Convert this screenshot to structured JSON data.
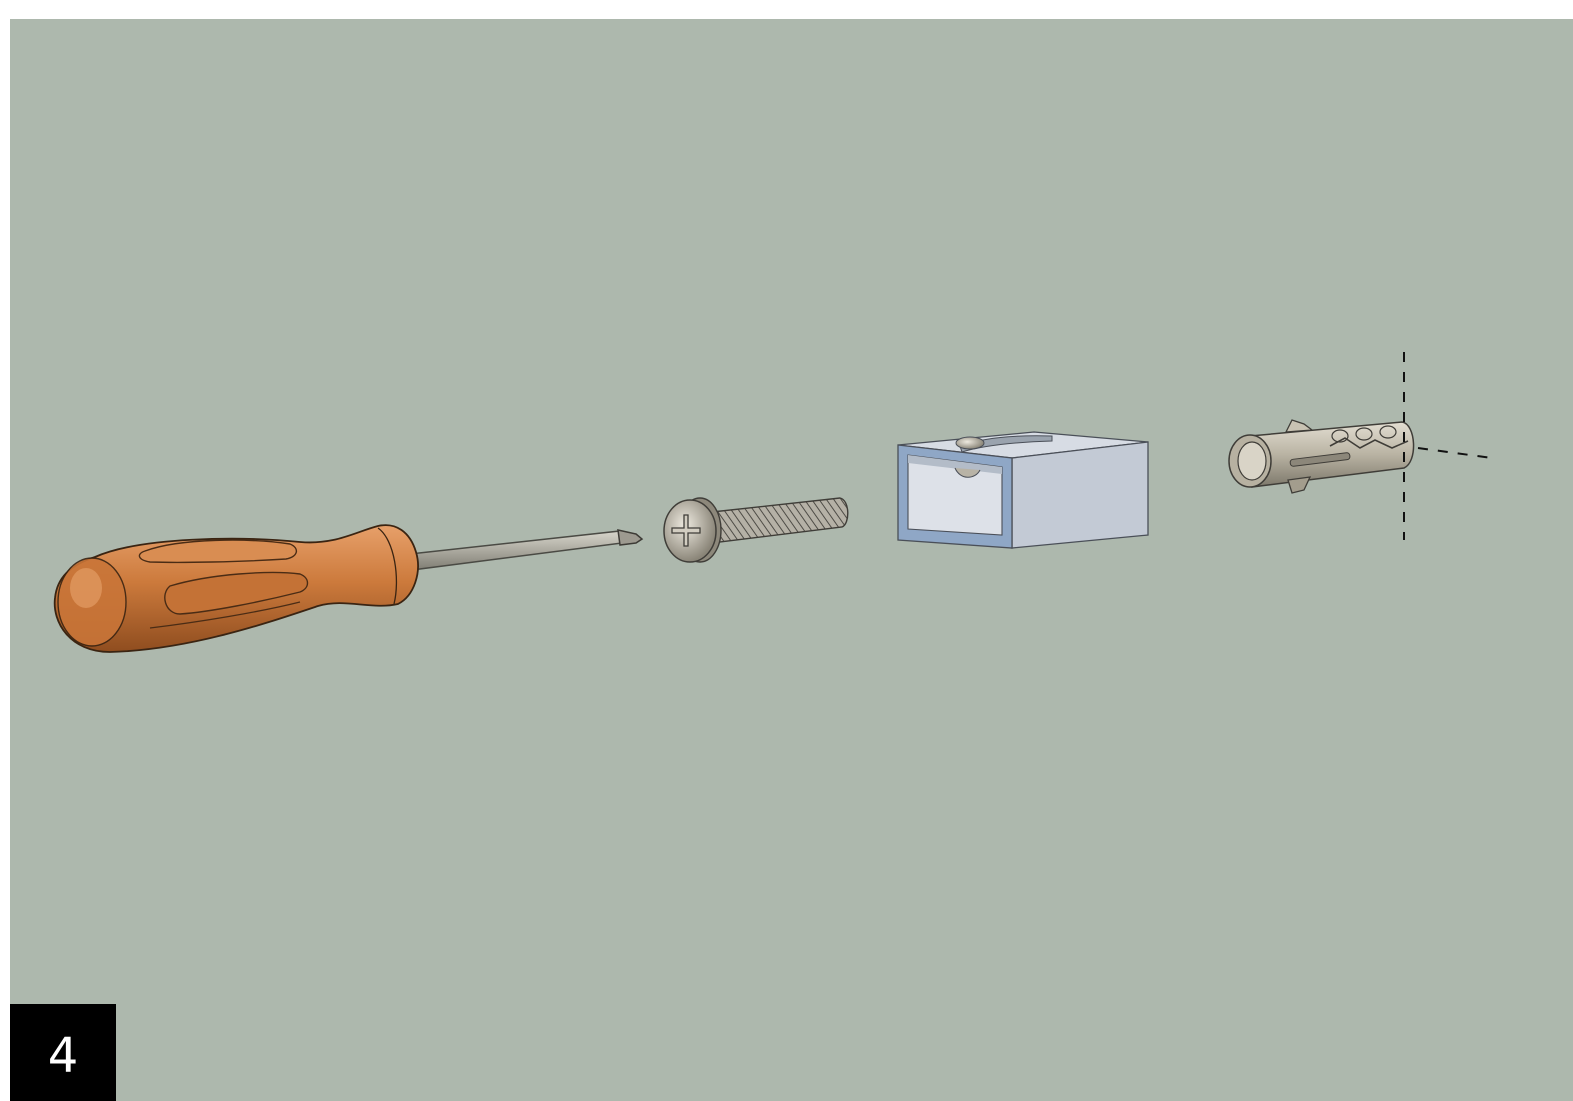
{
  "step": {
    "number": "4"
  },
  "colors": {
    "background": "#adb8ad",
    "handle": "#cc7a3c",
    "metal": "#b9b3a3",
    "bracket_frame": "#8fa7c6",
    "bracket_body": "#c3cad5",
    "badge": "#000000"
  },
  "parts": [
    {
      "name": "screwdriver",
      "icon": "screwdriver-icon"
    },
    {
      "name": "screw",
      "icon": "screw-icon"
    },
    {
      "name": "bracket",
      "icon": "bracket-icon"
    },
    {
      "name": "wall-plug",
      "icon": "wall-plug-icon"
    }
  ]
}
